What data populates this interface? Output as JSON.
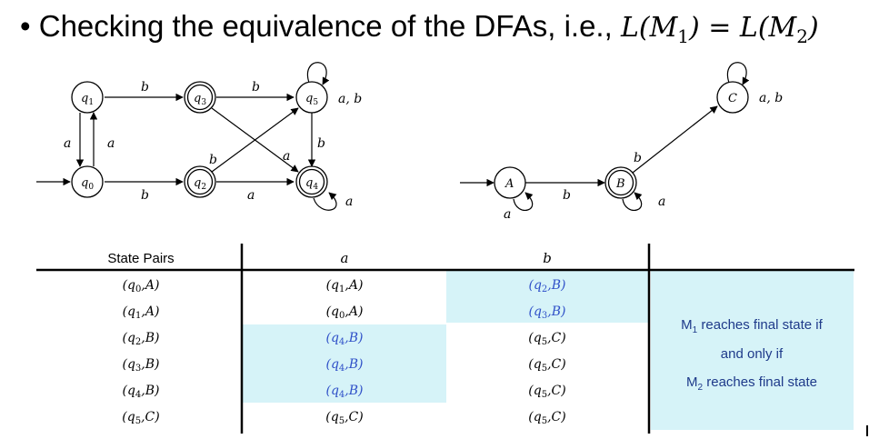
{
  "title": {
    "bullet": "•",
    "text": "Checking the equivalence of the DFAs, i.e., ",
    "math_l1": "L(M",
    "sub1": "1",
    "math_mid": ") = L(M",
    "sub2": "2",
    "math_end": ")"
  },
  "dfa1": {
    "states": [
      {
        "name": "q",
        "sub": "0"
      },
      {
        "name": "q",
        "sub": "1"
      },
      {
        "name": "q",
        "sub": "2"
      },
      {
        "name": "q",
        "sub": "3"
      },
      {
        "name": "q",
        "sub": "4"
      },
      {
        "name": "q",
        "sub": "5"
      }
    ],
    "edge_labels": {
      "q1_q3": "b",
      "q3_q5": "b",
      "q5_loop": "a, b",
      "q1_q0": "a",
      "q0_q1": "a",
      "q0_q2": "b",
      "q2_q4": "a",
      "q3_q4": "b",
      "q2_q5": "a",
      "q5_q4": "b",
      "q4_loop": "a"
    }
  },
  "dfa2": {
    "states": [
      "A",
      "B",
      "C"
    ],
    "edge_labels": {
      "a_loop": "a",
      "a_b": "b",
      "b_loop": "a",
      "b_c": "b",
      "c_loop": "a, b"
    }
  },
  "table": {
    "headers": [
      "State Pairs",
      "a",
      "b"
    ],
    "rows": [
      [
        [
          "q",
          "0",
          "A"
        ],
        [
          "q",
          "1",
          "A"
        ],
        [
          "q",
          "2",
          "B"
        ]
      ],
      [
        [
          "q",
          "1",
          "A"
        ],
        [
          "q",
          "0",
          "A"
        ],
        [
          "q",
          "3",
          "B"
        ]
      ],
      [
        [
          "q",
          "2",
          "B"
        ],
        [
          "q",
          "4",
          "B"
        ],
        [
          "q",
          "5",
          "C"
        ]
      ],
      [
        [
          "q",
          "3",
          "B"
        ],
        [
          "q",
          "4",
          "B"
        ],
        [
          "q",
          "5",
          "C"
        ]
      ],
      [
        [
          "q",
          "4",
          "B"
        ],
        [
          "q",
          "4",
          "B"
        ],
        [
          "q",
          "5",
          "C"
        ]
      ],
      [
        [
          "q",
          "5",
          "C"
        ],
        [
          "q",
          "5",
          "C"
        ],
        [
          "q",
          "5",
          "C"
        ]
      ]
    ],
    "note": {
      "line1_pre": "M",
      "line1_sub": "1",
      "line1_post": " reaches final state if",
      "line2": "and only if",
      "line3_pre": "M",
      "line3_sub": "2",
      "line3_post": " reaches final state"
    }
  },
  "colors": {
    "highlight": "#d6f3f8",
    "highlight_text": "#2f50c8",
    "note_text": "#1e3a8a"
  }
}
